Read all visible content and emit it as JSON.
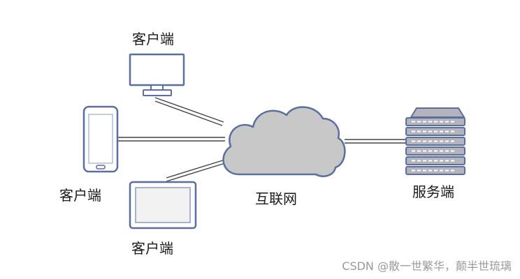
{
  "labels": {
    "client_top": "客户端",
    "client_left": "客户端",
    "client_bottom": "客户端",
    "internet": "互联网",
    "server": "服务端"
  },
  "watermark": "CSDN @散一世繁华，颠半世琉璃",
  "colors": {
    "stroke": "#5a6fa0",
    "device_fill": "#ffffff",
    "screen_fill": "#f2f2f2",
    "cloud_fill": "#c8c8c8",
    "server_fill": "#b4b4bc",
    "line": "#444444"
  },
  "icons": [
    "desktop-monitor-icon",
    "smartphone-icon",
    "tablet-icon",
    "cloud-icon",
    "server-rack-icon"
  ]
}
